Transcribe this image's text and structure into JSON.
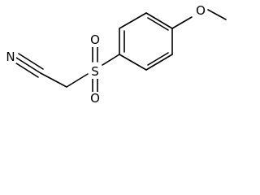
{
  "molecule": {
    "atoms": {
      "N": "N",
      "S": "S",
      "O_top": "O",
      "O_bottom": "O",
      "O_methoxy": "O"
    }
  }
}
